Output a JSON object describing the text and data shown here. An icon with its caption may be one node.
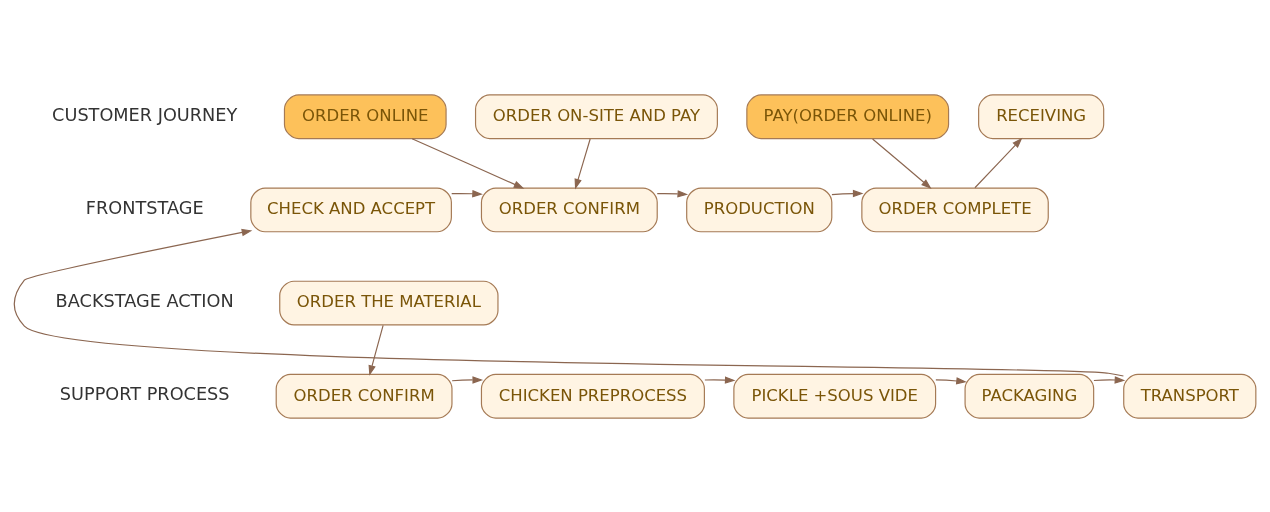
{
  "diagram": {
    "nodes": [
      {
        "text": [
          "ORDER ONLINE"
        ]
      },
      {
        "text": [
          "ORDER ON-SITE AND PAY"
        ]
      },
      {
        "text": [
          "PAY(ORDER ONLINE)"
        ]
      },
      {
        "text": [
          "RECEIVING"
        ]
      },
      {
        "text": [
          "CHECK AND ACCEPT"
        ]
      },
      {
        "text": [
          "ORDER CONFIRM"
        ]
      },
      {
        "text": [
          "PRODUCTION"
        ]
      },
      {
        "text": [
          "ORDER COMPLETE"
        ]
      },
      {
        "text": [
          "ORDER THE MATERIAL"
        ]
      },
      {
        "text": [
          "ORDER CONFIRM"
        ]
      },
      {
        "text": [
          "CHICKEN PREPROCESS"
        ]
      },
      {
        "text": [
          "PICKLE +SOUS VIDE"
        ]
      },
      {
        "text": [
          "PACKAGING"
        ]
      },
      {
        "text": [
          "TRANSPORT"
        ]
      }
    ],
    "edges": [
      {
        "from": 0,
        "to": 5,
        "arrow": "to"
      },
      {
        "from": 1,
        "to": 5,
        "arrow": "to"
      },
      {
        "from": 4,
        "to": 5,
        "arrow": "to"
      },
      {
        "from": 5,
        "to": 6,
        "arrow": "to"
      },
      {
        "from": 6,
        "to": 7,
        "arrow": "to"
      },
      {
        "from": 2,
        "to": 7,
        "arrow": "to"
      },
      {
        "from": 7,
        "to": 3,
        "arrow": "to"
      },
      {
        "from": 8,
        "to": 9,
        "arrow": "to"
      },
      {
        "from": 9,
        "to": 10,
        "arrow": "to"
      },
      {
        "from": 10,
        "to": 11,
        "arrow": "to"
      },
      {
        "from": 11,
        "to": 12,
        "arrow": "to"
      },
      {
        "from": 12,
        "to": 13,
        "arrow": "to"
      },
      {
        "from": 13,
        "to": 4,
        "arrow": "to"
      }
    ],
    "labels": [
      "CUSTOMER JOURNEY",
      "FRONTSTAGE",
      "BACKSTAGE ACTION",
      "SUPPORT PROCESS"
    ]
  }
}
